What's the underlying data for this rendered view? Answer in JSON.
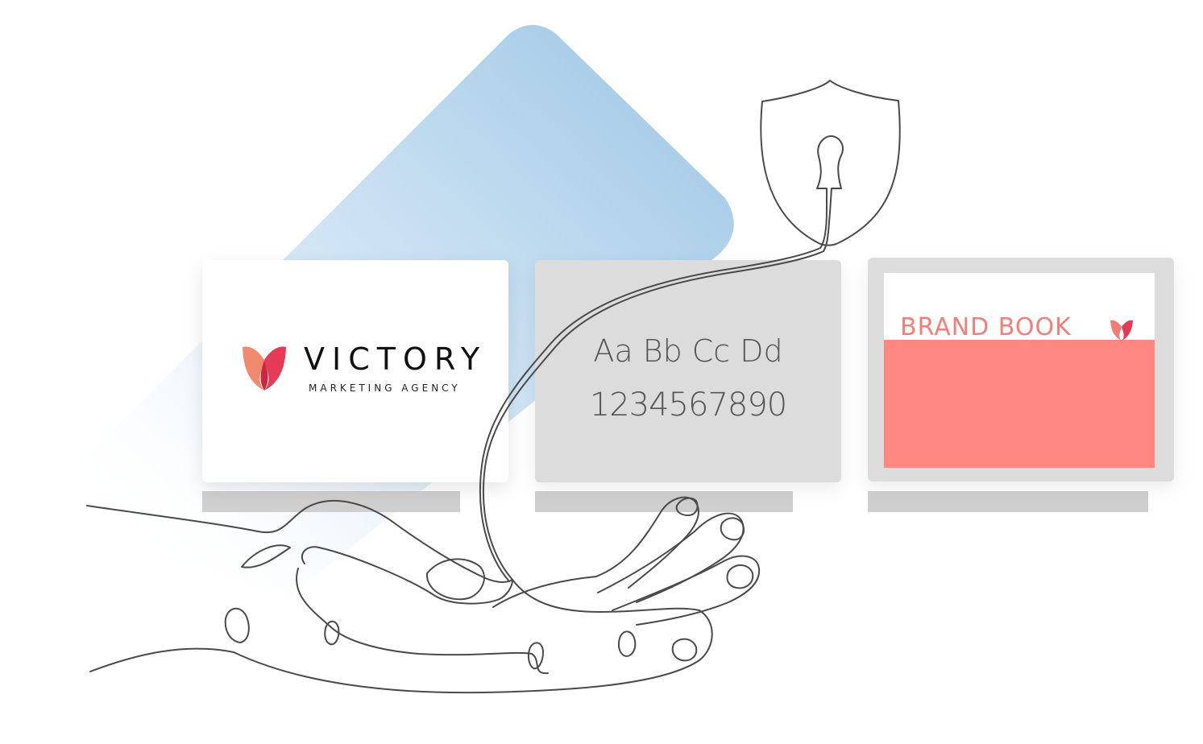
{
  "logo_card": {
    "title": "VICTORY",
    "subtitle": "MARKETING AGENCY",
    "heart_icon": "heart-logo-icon"
  },
  "type_card": {
    "letters": "Aa Bb Cc Dd",
    "digits": "1234567890"
  },
  "brand_card": {
    "title": "BRAND BOOK",
    "heart_icon": "heart-logo-icon"
  },
  "icons": {
    "shield": "shield-lock-icon",
    "hand": "hand-line-icon"
  },
  "colors": {
    "accent_blue": "#a9cde8",
    "brand_pink": "#ff8781",
    "logo_red": "#e63b57",
    "line_gray": "#4a4a4a",
    "card_gray": "#dcdcdc"
  }
}
